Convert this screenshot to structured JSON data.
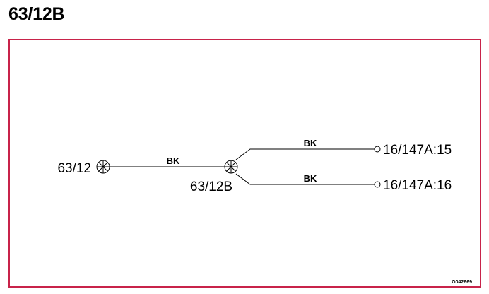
{
  "page": {
    "title": "63/12B",
    "frame_color": "#c8234a",
    "figure_code": "G042669"
  },
  "diagram": {
    "source_connector": "63/12",
    "splice": "63/12B",
    "wires": [
      {
        "color_code": "BK"
      },
      {
        "color_code": "BK"
      },
      {
        "color_code": "BK"
      }
    ],
    "terminals": [
      {
        "label": "16/147A:15"
      },
      {
        "label": "16/147A:16"
      }
    ]
  }
}
